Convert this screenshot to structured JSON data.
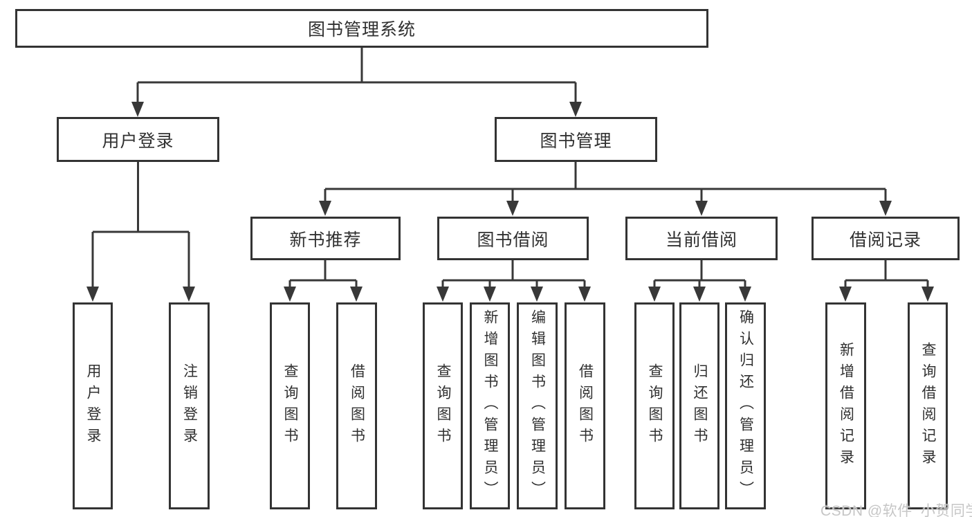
{
  "tree": {
    "root": {
      "label": "图书管理系统"
    },
    "level2": [
      {
        "id": "user-login",
        "label": "用户登录"
      },
      {
        "id": "book-management",
        "label": "图书管理"
      }
    ],
    "level3": [
      {
        "id": "new-book-recommend",
        "label": "新书推荐"
      },
      {
        "id": "book-borrowing",
        "label": "图书借阅"
      },
      {
        "id": "current-borrowing",
        "label": "当前借阅"
      },
      {
        "id": "borrowing-records",
        "label": "借阅记录"
      }
    ],
    "leaves": {
      "user_login": [
        {
          "label": "用户登录"
        },
        {
          "label": "注销登录"
        }
      ],
      "new_book_recommend": [
        {
          "label": "查询图书"
        },
        {
          "label": "借阅图书"
        }
      ],
      "book_borrowing": [
        {
          "label": "查询图书"
        },
        {
          "label": "新增图书（管理员）"
        },
        {
          "label": "编辑图书（管理员）"
        },
        {
          "label": "借阅图书"
        }
      ],
      "current_borrowing": [
        {
          "label": "查询图书"
        },
        {
          "label": "归还图书"
        },
        {
          "label": "确认归还（管理员）"
        }
      ],
      "borrowing_records": [
        {
          "label": "新增借阅记录"
        },
        {
          "label": "查询借阅记录"
        }
      ]
    }
  },
  "watermark": {
    "text": "CSDN @软件_小贺同学"
  },
  "colors": {
    "line": "#383838",
    "box_border": "#333333",
    "text": "#303030",
    "watermark": "#c6c6c6",
    "background": "#ffffff"
  }
}
